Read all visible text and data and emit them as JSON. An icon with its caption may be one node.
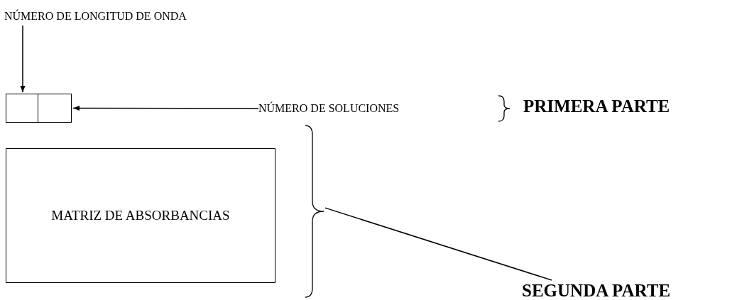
{
  "diagram": {
    "nodes": [
      {
        "text": [
          "NÚMERO DE LONGITUD DE ONDA"
        ]
      },
      {
        "text": [],
        "shape": "box"
      },
      {
        "text": [],
        "shape": "box"
      },
      {
        "text": [
          "NÚMERO DE SOLUCIONES"
        ]
      },
      {
        "text": [
          "MATRIZ DE ABSORBANCIAS"
        ]
      },
      {
        "text": [
          "SEGUNDA PARTE"
        ]
      },
      {
        "text": [],
        "shape": "brace"
      }
    ],
    "edges": [
      {
        "from": 0,
        "to": 1,
        "arrow": "to"
      },
      {
        "from": 3,
        "to": 2,
        "arrow": "to"
      },
      {
        "from": 5,
        "to": 6,
        "arrow": "none"
      }
    ],
    "labels": [
      "PRIMERA PARTE"
    ]
  }
}
